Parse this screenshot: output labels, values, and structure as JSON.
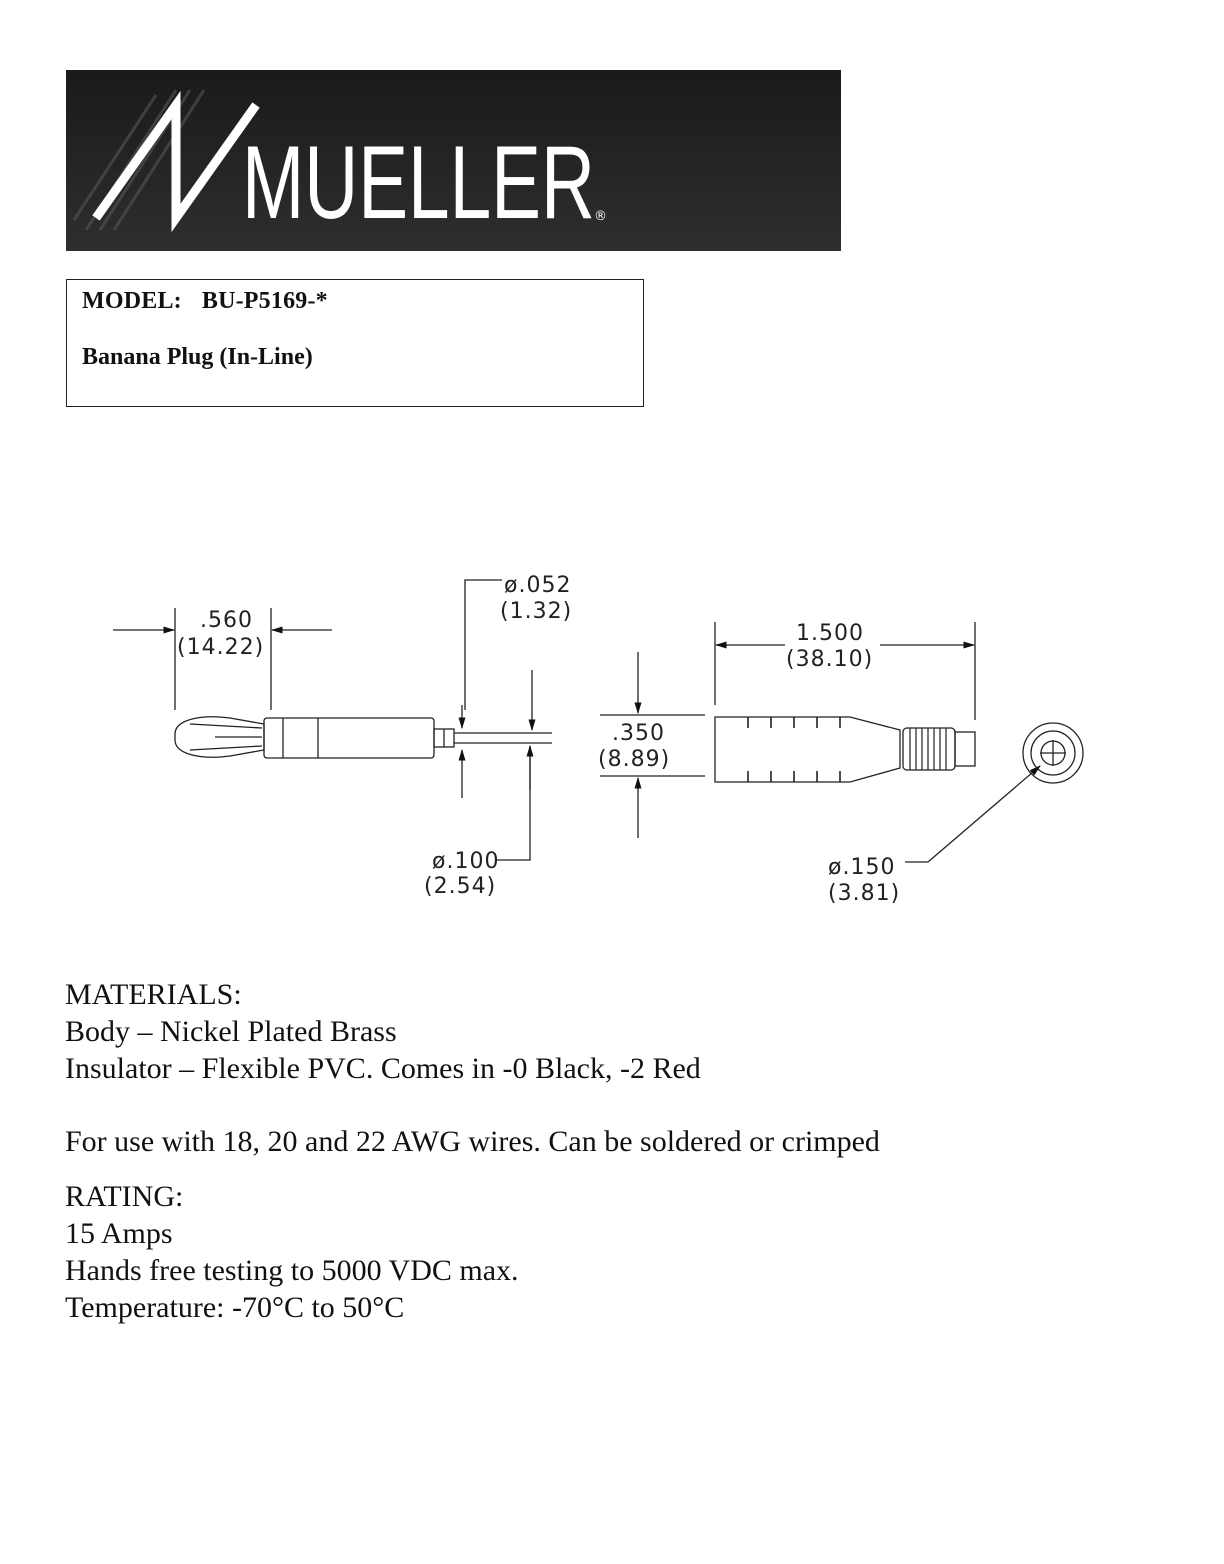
{
  "logo": {
    "brand": "MUELLER",
    "registered_mark": "®",
    "colors": {
      "banner": "#222222",
      "lettering": "#ffffff"
    }
  },
  "model": {
    "label": "MODEL:",
    "value": "BU-P5169-*",
    "description": "Banana Plug (In-Line)"
  },
  "drawing": {
    "dims": {
      "tip_length": {
        "inch": ".560",
        "mm": "(14.22)"
      },
      "wire_hole": {
        "inch": "ø.052",
        "mm": "(1.32)"
      },
      "wire_od": {
        "inch": "ø.100",
        "mm": "(2.54)"
      },
      "insulator_dia": {
        "inch": ".350",
        "mm": "(8.89)"
      },
      "insulator_length": {
        "inch": "1.500",
        "mm": "(38.10)"
      },
      "end_hole": {
        "inch": "ø.150",
        "mm": "(3.81)"
      }
    }
  },
  "specs": {
    "materials_heading": "MATERIALS:",
    "body": "Body – Nickel Plated Brass",
    "insulator": "Insulator – Flexible PVC.  Comes in -0 Black, -2 Red",
    "awg": "For use with 18, 20 and 22 AWG wires. Can be soldered or crimped",
    "rating_heading": "RATING:",
    "amps": "15 Amps",
    "testing": "Hands free testing to 5000 VDC max.",
    "temperature": "Temperature: -70°C to 50°C"
  }
}
